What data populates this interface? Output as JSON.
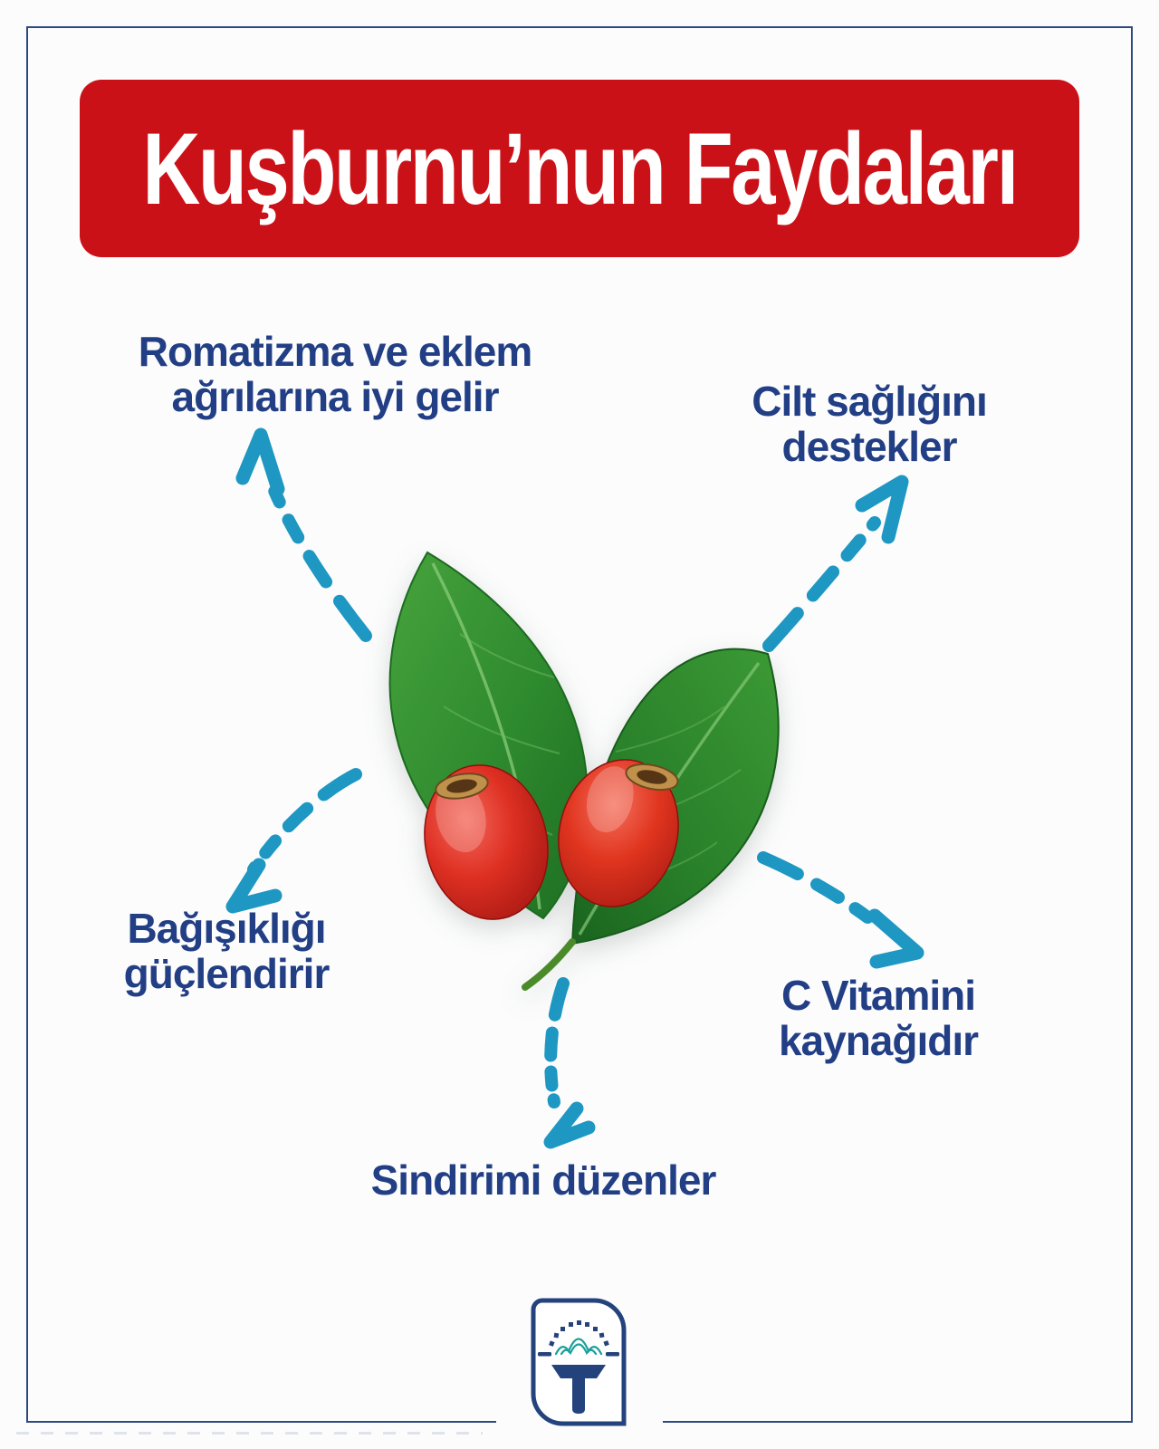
{
  "colors": {
    "background": "#fcfcfd",
    "frame_border": "#2e4a7d",
    "banner_bg": "#cb1118",
    "banner_text": "#ffffff",
    "benefit_text": "#223f85",
    "arrow": "#1e97c2",
    "logo_navy": "#24427c",
    "logo_teal": "#18a09a"
  },
  "banner": {
    "title": "Kuşburnu’nun Faydaları"
  },
  "benefits": [
    {
      "id": "romatizma",
      "lines": [
        "Romatizma ve eklem",
        "ağrılarına iyi gelir"
      ]
    },
    {
      "id": "cilt",
      "lines": [
        "Cilt sağlığını",
        "destekler"
      ]
    },
    {
      "id": "bagisiklik",
      "lines": [
        "Bağışıklığı",
        "güçlendirir"
      ]
    },
    {
      "id": "vitamin",
      "lines": [
        "C Vitamini",
        "kaynağıdır"
      ]
    },
    {
      "id": "sindirim",
      "lines": [
        "Sindirimi düzenler"
      ]
    }
  ],
  "center_image": {
    "subject": "iki kuşburnu meyvesi ve yeşil yapraklar"
  },
  "logo": {
    "letter": "T"
  }
}
